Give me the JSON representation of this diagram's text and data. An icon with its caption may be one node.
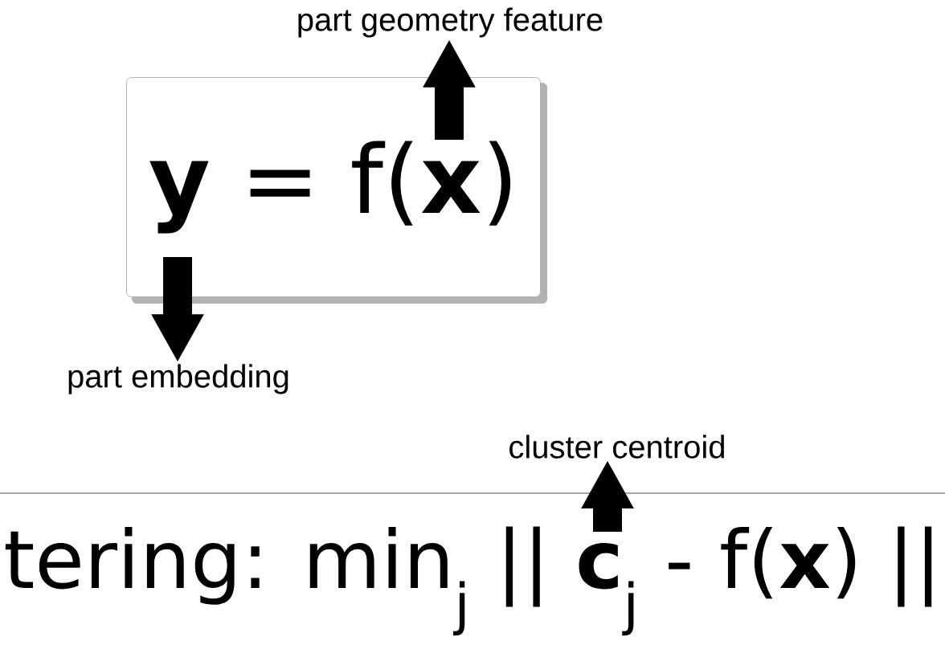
{
  "diagram": {
    "nodes": [
      {
        "text": [
          "**y** = f(**x**)"
        ]
      },
      {
        "text": [
          "part geometry feature"
        ]
      },
      {
        "text": [
          "part embedding"
        ]
      },
      {
        "text": [
          "cluster centroid"
        ]
      },
      {
        "text": [
          "tering: min$_{j}$ || **c**$_{j}$ - f(**x**) ||"
        ]
      }
    ],
    "edges": [
      {
        "from": 0,
        "to": 1,
        "arrow": "to"
      },
      {
        "from": 0,
        "to": 2,
        "arrow": "to"
      },
      {
        "from": 4,
        "to": 3,
        "arrow": "to"
      }
    ]
  }
}
